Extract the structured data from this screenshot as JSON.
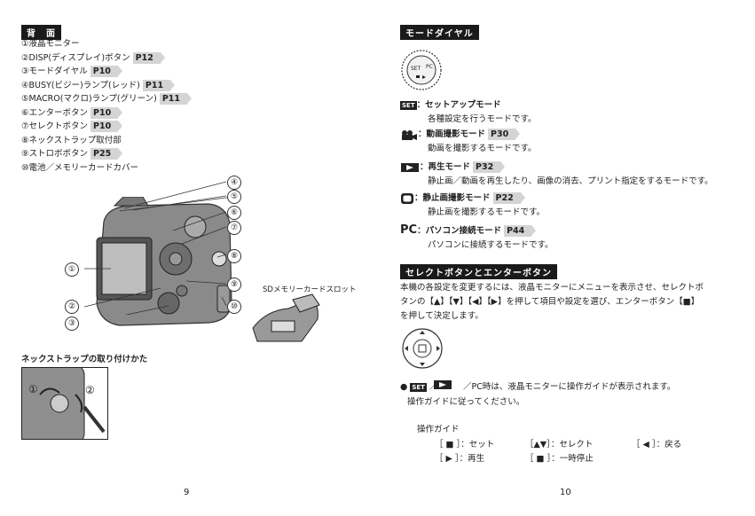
{
  "left": {
    "header": "背　面",
    "items": [
      {
        "text": "①液晶モニター",
        "ref": ""
      },
      {
        "text": "②DISP(ディスプレイ)ボタン",
        "ref": "P12"
      },
      {
        "text": "③モードダイヤル",
        "ref": "P10"
      },
      {
        "text": "④BUSY(ビジー)ランプ(レッド)",
        "ref": "P11"
      },
      {
        "text": "⑤MACRO(マクロ)ランプ(グリーン)",
        "ref": "P11"
      },
      {
        "text": "⑥エンターボタン",
        "ref": "P10"
      },
      {
        "text": "⑦セレクトボタン",
        "ref": "P10"
      },
      {
        "text": "⑧ネックストラップ取付部",
        "ref": ""
      },
      {
        "text": "⑨ストロボボタン",
        "ref": "P25"
      },
      {
        "text": "⑩電池／メモリーカードカバー",
        "ref": ""
      }
    ],
    "callouts": [
      "④",
      "⑤",
      "⑥",
      "⑦",
      "⑧",
      "⑨",
      "⑩",
      "①",
      "②",
      "③"
    ],
    "sd_label": "SDメモリーカードスロット",
    "strap_title": "ネックストラップの取り付けかた",
    "strap_callouts": [
      "①",
      "②"
    ],
    "page_number": "9"
  },
  "right": {
    "header_mode": "モードダイヤル",
    "dial_labels": [
      "SET",
      "PC"
    ],
    "modes": [
      {
        "icon": "SET",
        "title": "：セットアップモード",
        "ref": "",
        "desc": "各種設定を行うモードです。"
      },
      {
        "icon": "movie",
        "title": "：動画撮影モード",
        "ref": "P30",
        "desc": "動画を撮影するモードです。"
      },
      {
        "icon": "play",
        "title": "：再生モード",
        "ref": "P32",
        "desc": "静止画／動画を再生したり、画像の消去、プリント指定をするモードです。"
      },
      {
        "icon": "camera",
        "title": "：静止画撮影モード",
        "ref": "P22",
        "desc": "静止画を撮影するモードです。"
      },
      {
        "icon": "PC",
        "title": "：パソコン接続モード",
        "ref": "P44",
        "desc": "パソコンに接続するモードです。"
      }
    ],
    "header_select": "セレクトボタンとエンターボタン",
    "select_lines": [
      "本機の各設定を変更するには、液晶モニターにメニューを表示させ、セレクトボ",
      "タンの【▲】【▼】【◀】【▶】を押して項目や設定を選び、エンターボタン【■】",
      "を押して決定します。"
    ],
    "note_line1_pre": "●",
    "note_badge": "SET",
    "note_line1_post": "／　　　／PC時は、液晶モニターに操作ガイドが表示されます。",
    "note_line2": "操作ガイドに従ってください。",
    "guide_title": "操作ガイド",
    "guide_rows": [
      [
        "［ ■ ］：セット",
        "［▲▼］：セレクト",
        "［ ◀ ］：戻る"
      ],
      [
        "［ ▶ ］：再生",
        "［ ■ ］：一時停止",
        ""
      ]
    ],
    "page_number": "10"
  }
}
